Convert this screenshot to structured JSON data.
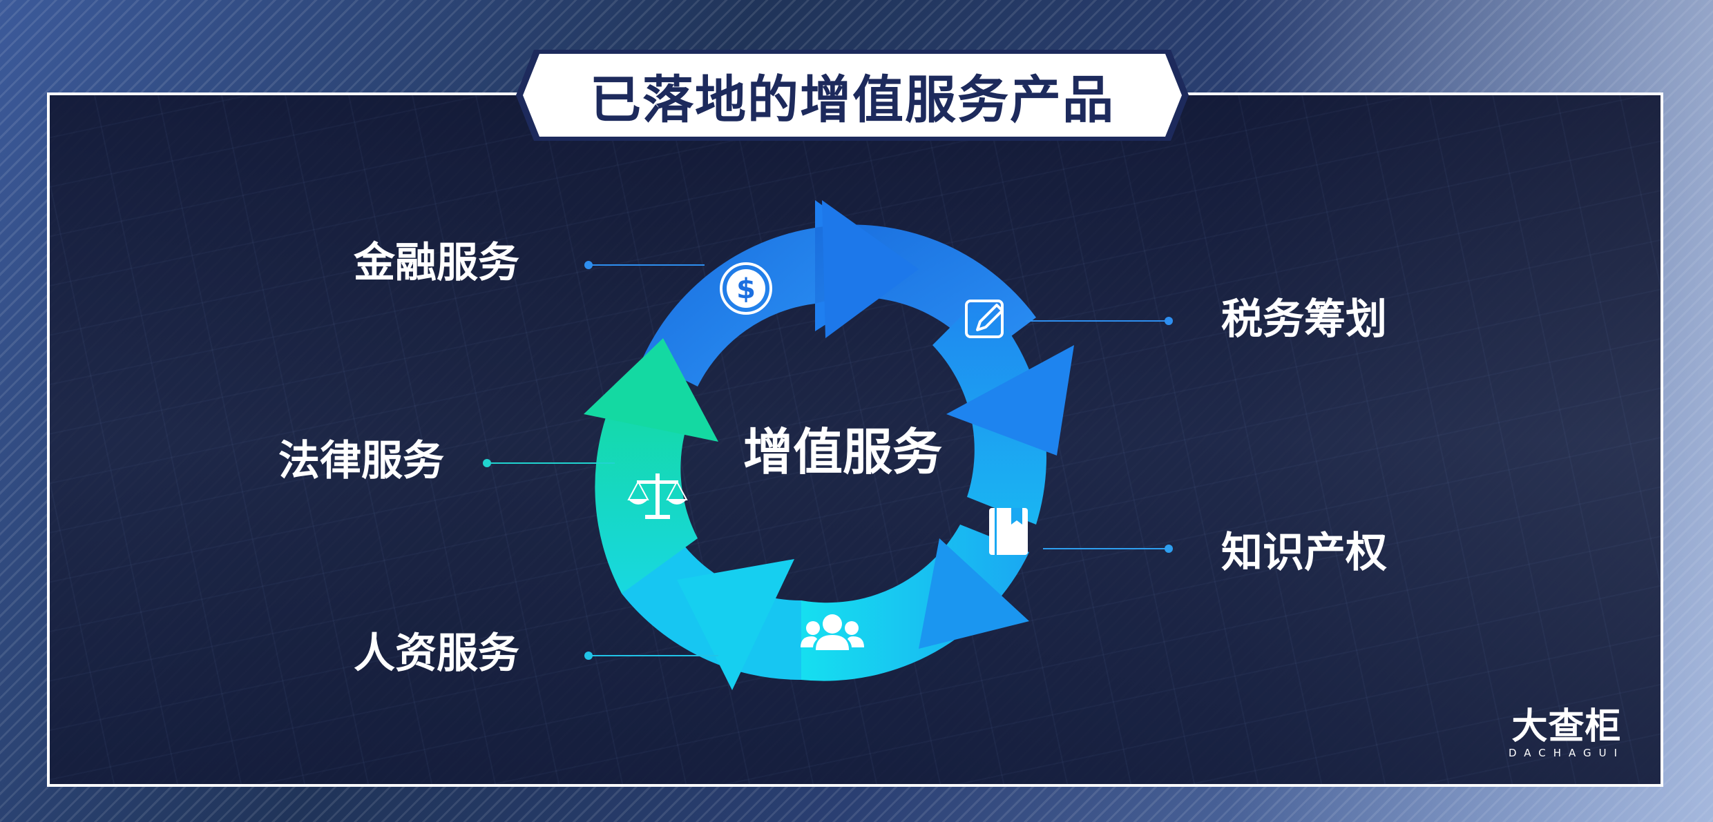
{
  "title": "已落地的增值服务产品",
  "center": "增值服务",
  "services": {
    "finance": "金融服务",
    "tax": "税务筹划",
    "ip": "知识产权",
    "hr": "人资服务",
    "legal": "法律服务"
  },
  "logo": {
    "main": "大查柜",
    "sub": "DACHAGUI"
  },
  "icons": [
    "dollar-icon",
    "edit-icon",
    "book-icon",
    "people-icon",
    "scale-icon"
  ],
  "colors": {
    "title_text": "#1d2a5c",
    "cycle_blue": "#1e7be6",
    "cycle_lightblue": "#1ab0f0",
    "cycle_cyan": "#16d2f0",
    "cycle_green": "#14d6a8",
    "leader_blue": "#2e8ff0",
    "leader_cyan": "#21d4d0"
  }
}
